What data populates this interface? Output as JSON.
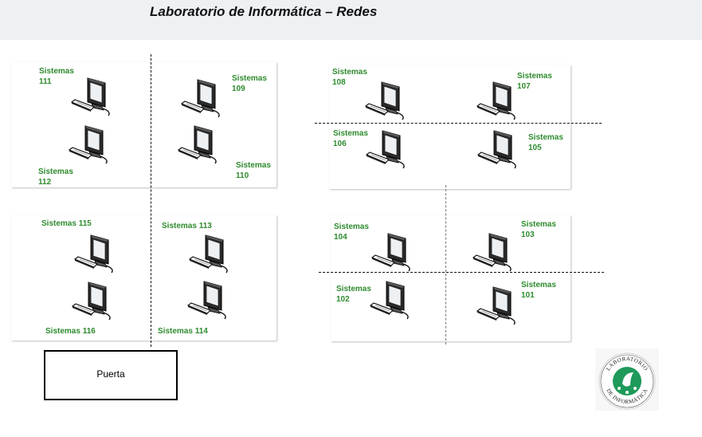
{
  "title": "Laboratorio de Informática – Redes",
  "workstations": [
    {
      "name": "Sistemas",
      "number": "111"
    },
    {
      "name": "Sistemas",
      "number": "112"
    },
    {
      "name": "Sistemas",
      "number": "109"
    },
    {
      "name": "Sistemas",
      "number": "110"
    },
    {
      "name": "Sistemas",
      "number": "108"
    },
    {
      "name": "Sistemas",
      "number": "107"
    },
    {
      "name": "Sistemas",
      "number": "106"
    },
    {
      "name": "Sistemas",
      "number": "105"
    },
    {
      "name": "Sistemas 115"
    },
    {
      "name": "Sistemas 116"
    },
    {
      "name": "Sistemas 113"
    },
    {
      "name": "Sistemas 114"
    },
    {
      "name": "Sistemas",
      "number": "104"
    },
    {
      "name": "Sistemas",
      "number": "103"
    },
    {
      "name": "Sistemas",
      "number": "102"
    },
    {
      "name": "Sistemas",
      "number": "101"
    }
  ],
  "door_label": "Puerta",
  "logo_text": "LABORATORIO DE INFORMÁTICA",
  "colors": {
    "label": "#2e8b2e",
    "title_bar": "#eef1f4"
  }
}
